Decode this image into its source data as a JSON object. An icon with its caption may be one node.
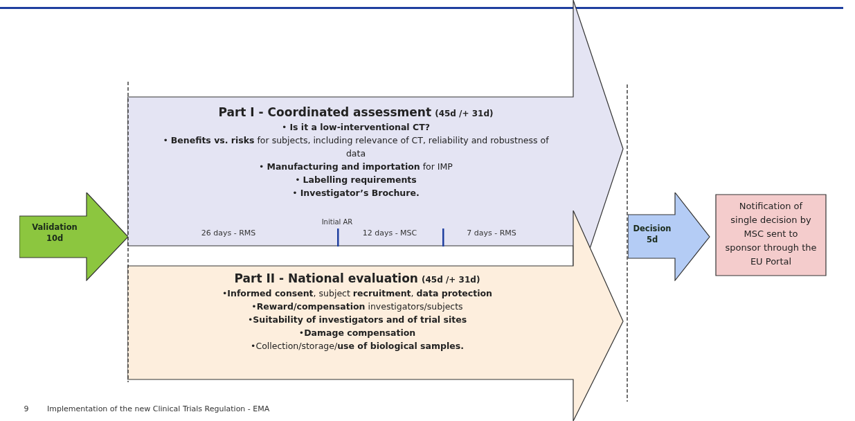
{
  "diagram": {
    "nodes": [
      {
        "text": [
          "Validation 10d"
        ]
      },
      {
        "text": [
          "Part I - Coordinated assessment",
          "(45d /+ 31d)",
          "• **Is it a low-interventional CT?**",
          "• **Benefits vs. risks** for subjects, including relevance of CT, reliability and robustness of data",
          "• **Manufacturing and importation** for IMP",
          "• **Labelling requirements**",
          "• **Investigator’s Brochure.**"
        ]
      },
      {
        "text": [
          "Part II - National evaluation",
          "(45d /+ 31d)",
          "•**Informed consent**, subject **recruitment**, **data protection**",
          "•**Reward/compensation** investigators/subjects",
          "•**Suitability of investigators and of trial sites**",
          "•**Damage compensation**",
          "•Collection/storage/**use of biological samples.**"
        ]
      },
      {
        "text": [
          "Decision 5d"
        ]
      },
      {
        "text": [
          "Notification of single decision by MSC sent to sponsor through the EU Portal"
        ]
      }
    ],
    "labels": [
      "Initial AR",
      "26 days - RMS",
      "12 days - MSC",
      "7 days - RMS",
      "9",
      "Implementation of the new Clinical Trials Regulation - EMA"
    ]
  }
}
